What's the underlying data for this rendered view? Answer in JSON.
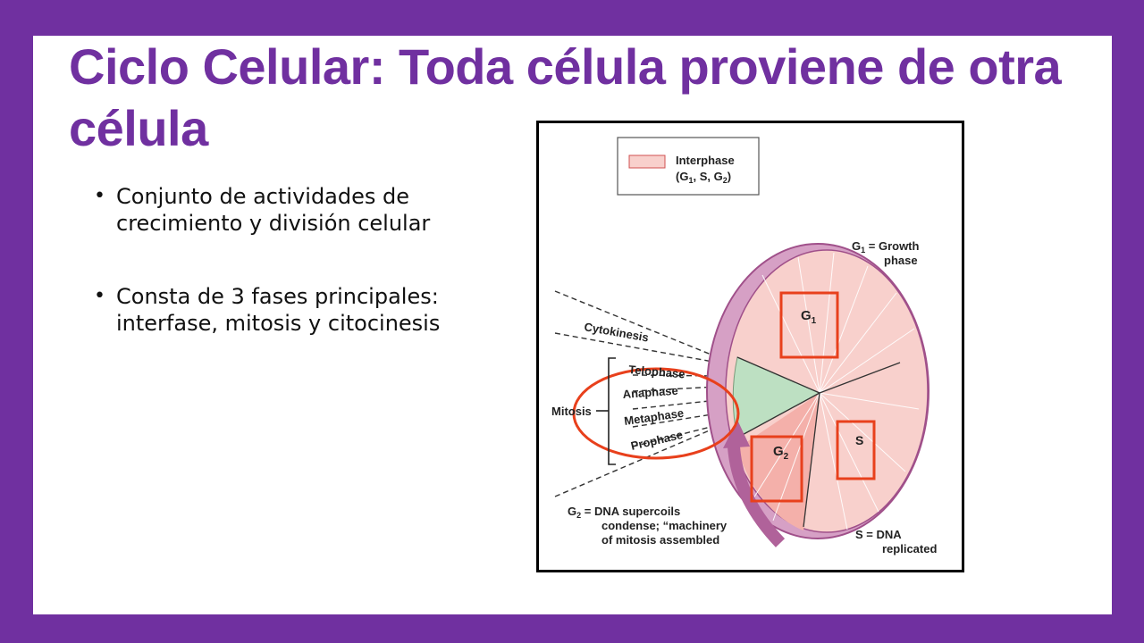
{
  "slide": {
    "title": "Ciclo Celular: Toda célula proviene de otra célula",
    "bullets": [
      "Conjunto de actividades de crecimiento y división celular",
      "Consta de 3 fases principales: interfase, mitosis y citocinesis"
    ]
  },
  "diagram": {
    "legend": {
      "label_line1": "Interphase",
      "label_line2_parts": [
        "(G",
        "1",
        ", S, G",
        "2",
        ")"
      ]
    },
    "sectors": {
      "g1": {
        "letter": "G",
        "sub": "1"
      },
      "g2": {
        "letter": "G",
        "sub": "2"
      },
      "s": "S"
    },
    "mitosis_label": "Mitosis",
    "cytokinesis_label": "Cytokinesis",
    "mitosis_phases": [
      "Telophase",
      "Anaphase",
      "Metaphase",
      "Prophase"
    ],
    "notes": {
      "g1": {
        "prefix": "G",
        "sub": "1",
        "line1": " = Growth",
        "line2": "phase"
      },
      "s": {
        "line1": "S = DNA",
        "line2": "replicated"
      },
      "g2": {
        "prefix": "G",
        "sub": "2",
        "line1": " = DNA supercoils",
        "line2": "condense; “machinery",
        "line3": "of mitosis assembled"
      }
    },
    "colors": {
      "frame": "#7030a0",
      "interphase": "#f8d0cc",
      "g2_fill": "#f4b0aa",
      "mitosis_fill": "#bde0c2",
      "rim": "#b0629a",
      "highlight": "#e8401c"
    }
  }
}
